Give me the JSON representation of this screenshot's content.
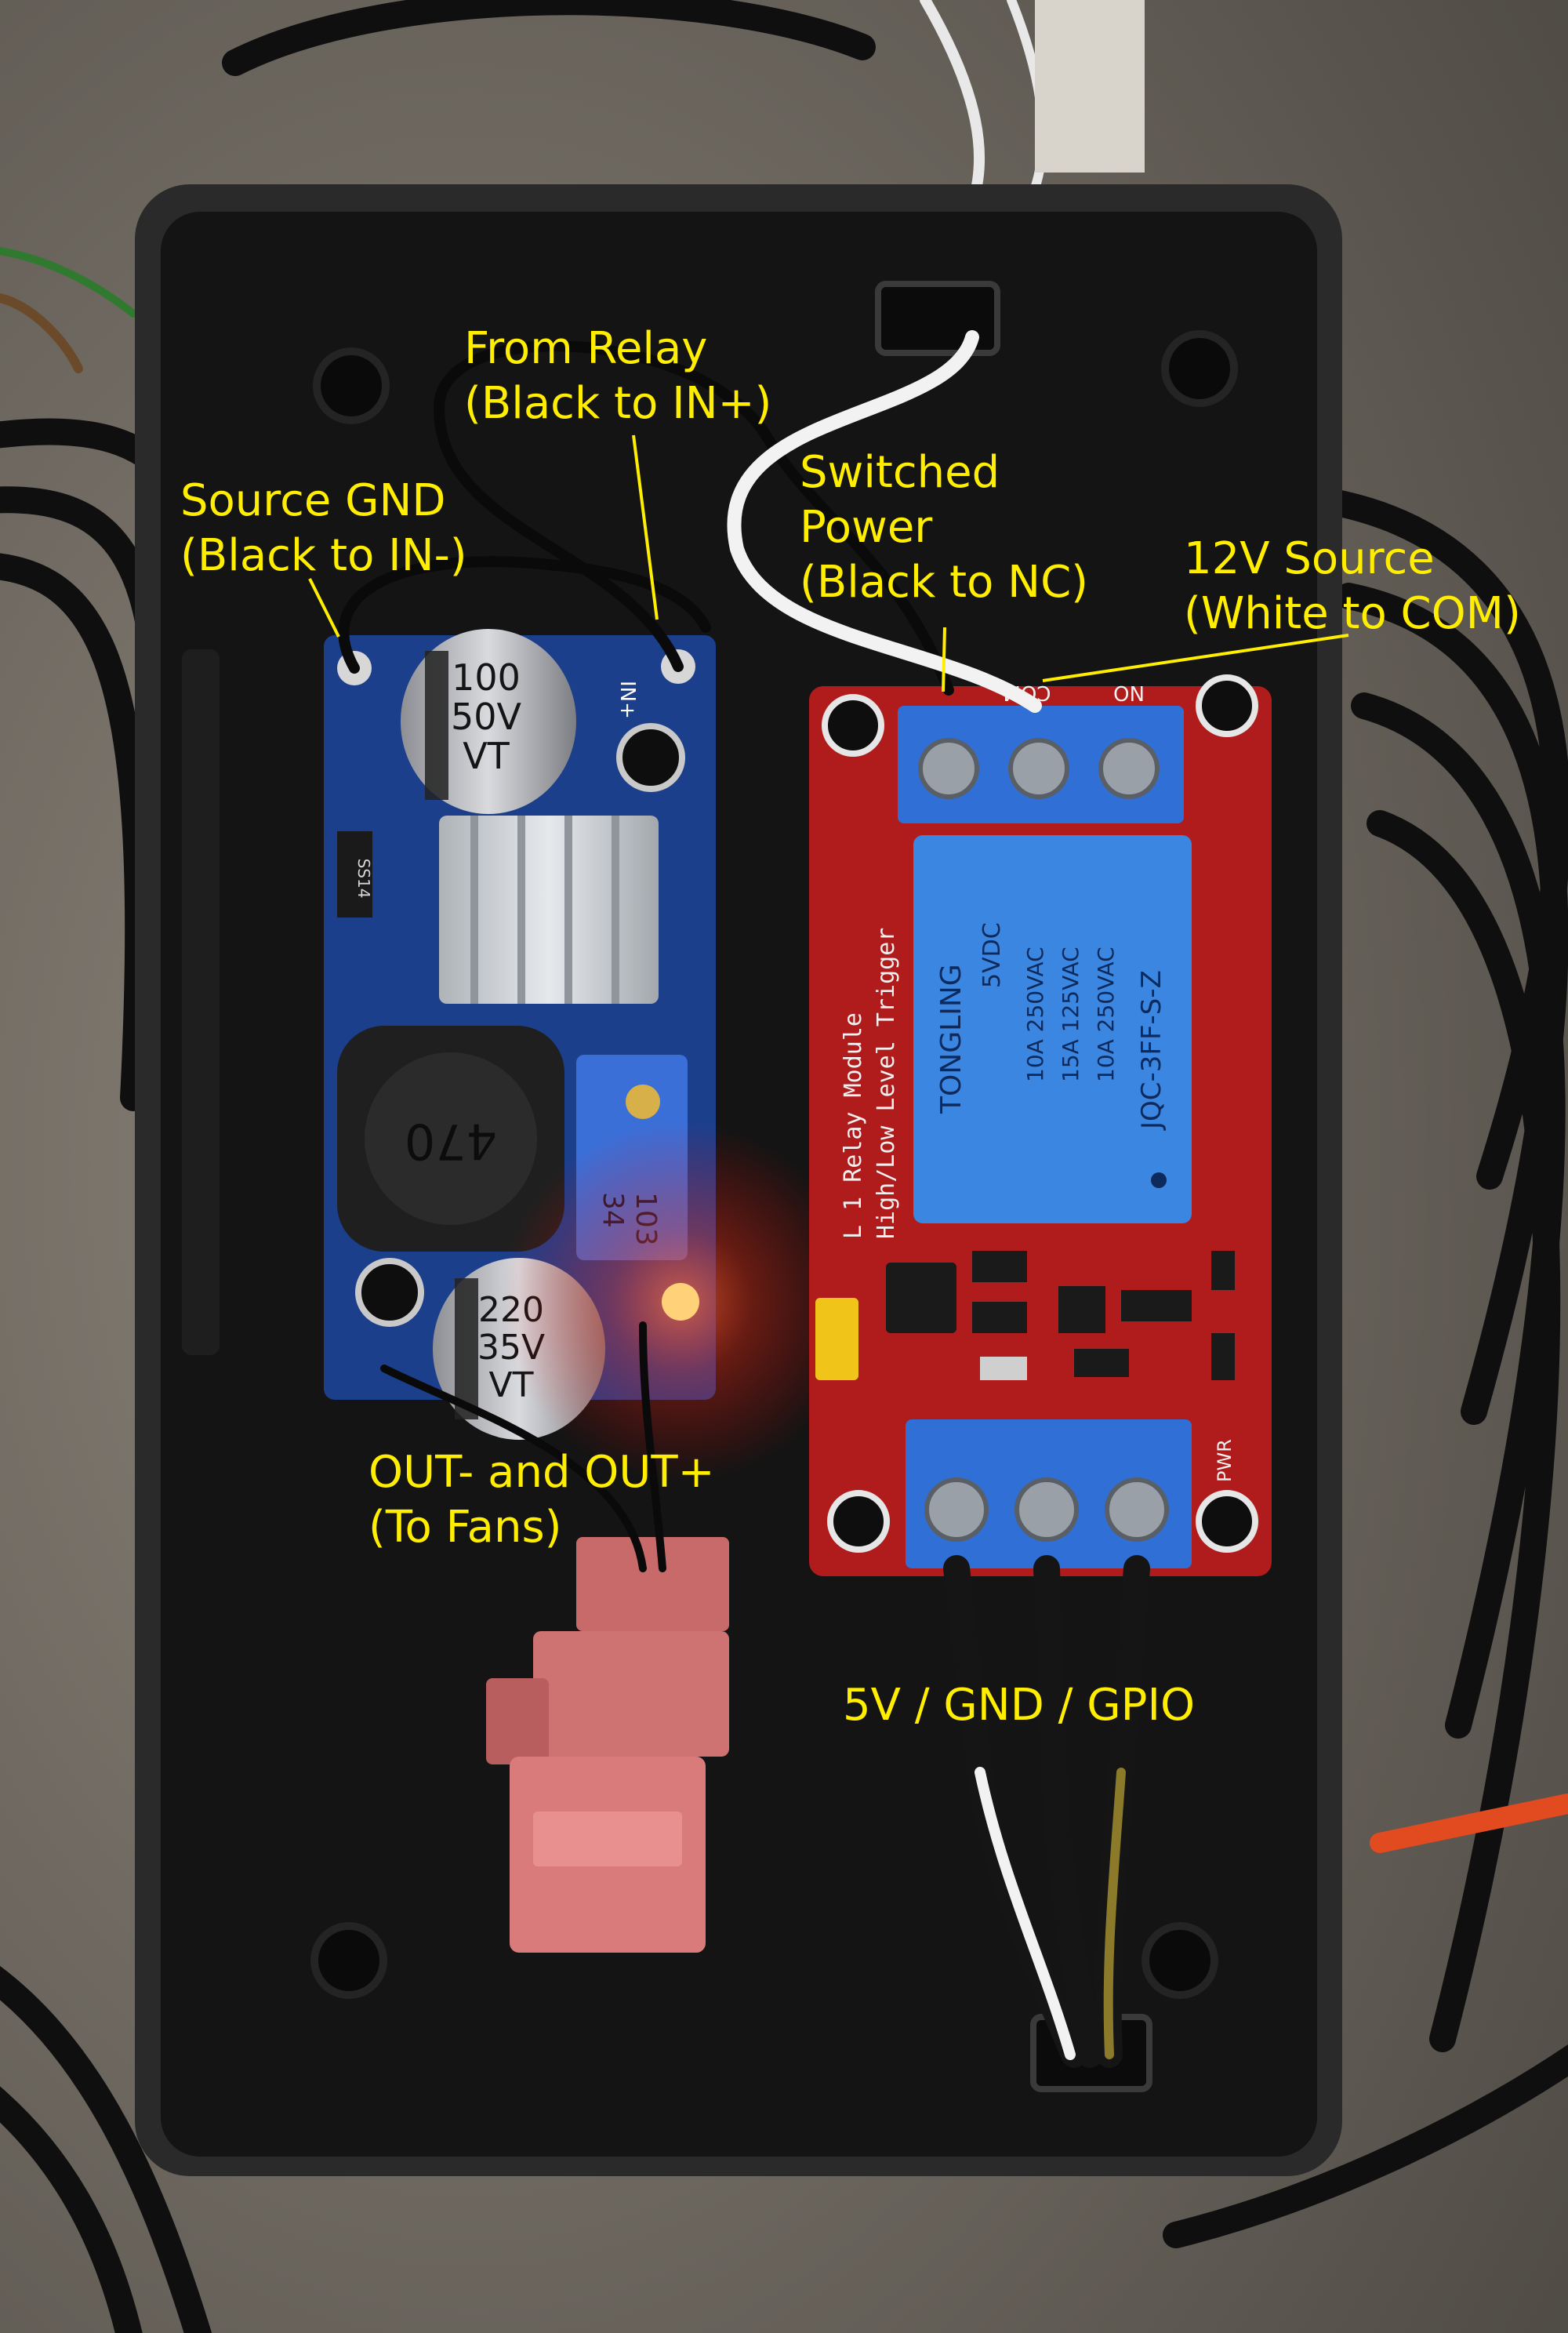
{
  "photo": {
    "colors": {
      "floor": "#6b655b",
      "enclosure": "#141414",
      "enclosure_rim": "#2a2a2a",
      "converter_pcb": "#1c3f8c",
      "relay_pcb": "#b01c1c",
      "terminal_blue": "#2f6fd6",
      "relay_body": "#3a86e0",
      "heatsink": "#c9cdd2",
      "label_text": "#ffee00",
      "led": "#ff3a1a"
    }
  },
  "annotations": {
    "from_relay": [
      "From Relay",
      "(Black to IN+)"
    ],
    "source_gnd": [
      "Source GND",
      "(Black to IN-)"
    ],
    "switched_power": [
      "Switched",
      "Power",
      "(Black to NC)"
    ],
    "source_12v": [
      "12V Source",
      "(White to COM)"
    ],
    "out": [
      "OUT- and OUT+",
      "(To Fans)"
    ],
    "control": [
      "5V / GND / GPIO"
    ]
  },
  "component_text": {
    "cap_in": [
      "100",
      "50V",
      "VT"
    ],
    "cap_out": [
      "220",
      "35V",
      "VT"
    ],
    "inductor": "470",
    "pot": [
      "34",
      "103"
    ],
    "diode": "SS14",
    "converter_in_plus": "IN+",
    "relay_brand": "TONGLING",
    "relay_voltage": "5VDC",
    "relay_ratings": [
      "10A 250VAC",
      "15A 125VAC",
      "10A 250VAC"
    ],
    "relay_model": "JQC-3FF-S-Z",
    "module_title": [
      "L 1 Relay Module",
      "High/Low Level Trigger"
    ],
    "terminal_no": "NO",
    "terminal_com": "COM",
    "pwr_label": "PWR"
  }
}
